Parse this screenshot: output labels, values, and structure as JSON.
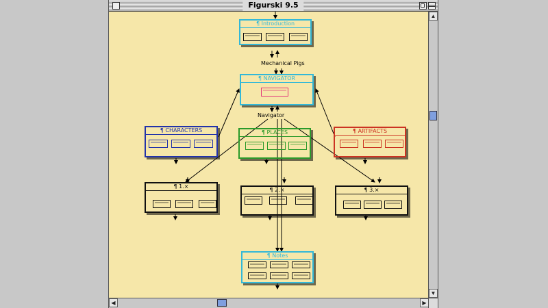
{
  "window": {
    "title": "Figurski 9.5"
  },
  "nodes": {
    "introduction": "¶ Introduction",
    "navigator": "¶ NAVIGATOR",
    "characters": "¶ CHARACTERS",
    "places": "¶ PLACES",
    "artifacts": "¶ ARTIFACTS",
    "ch1": "¶ 1.×",
    "ch2": "¶ 2.×",
    "ch3": "¶ 3.×",
    "notes": "¶ Notes"
  },
  "link_labels": {
    "mechanical_pigs": "Mechanical Pigs",
    "navigator": "Navigator"
  },
  "colors": {
    "canvas": "#f6e7a9",
    "cyan": "#32b8d8",
    "blue": "#2233aa",
    "green": "#2a9a2a",
    "red": "#cc3322",
    "pink": "#e0307a"
  },
  "icons": [
    "close-box-icon",
    "zoom-box-icon",
    "collapse-box-icon",
    "scroll-up-icon",
    "scroll-down-icon",
    "scroll-left-icon",
    "scroll-right-icon",
    "grow-box-icon"
  ]
}
